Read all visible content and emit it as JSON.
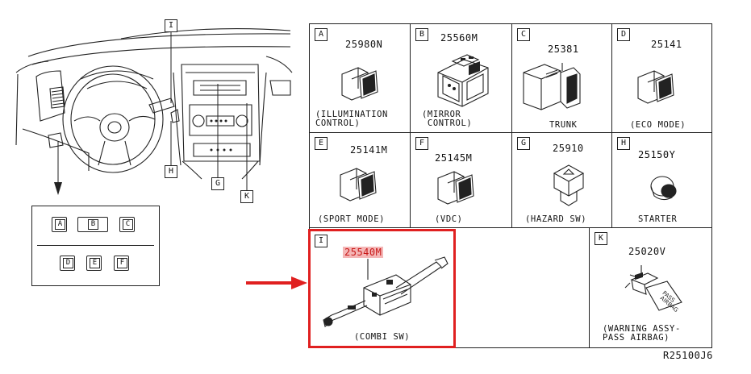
{
  "diagram_ref": "R25100J6",
  "callouts": {
    "I": "I",
    "H": "H",
    "G": "G",
    "K": "K"
  },
  "panel_buttons": [
    "A",
    "B",
    "C",
    "D",
    "E",
    "F"
  ],
  "cells": {
    "A": {
      "tag": "A",
      "part": "25980N",
      "caption": "(ILLUMINATION\nCONTROL)"
    },
    "B": {
      "tag": "B",
      "part": "25560M",
      "caption": "(MIRROR\n CONTROL)"
    },
    "C": {
      "tag": "C",
      "part": "25381",
      "caption": "TRUNK"
    },
    "D": {
      "tag": "D",
      "part": "25141",
      "caption": "(ECO MODE)"
    },
    "E": {
      "tag": "E",
      "part": "25141M",
      "caption": "(SPORT MODE)"
    },
    "F": {
      "tag": "F",
      "part": "25145M",
      "caption": "(VDC)"
    },
    "G": {
      "tag": "G",
      "part": "25910",
      "caption": "(HAZARD SW)"
    },
    "H": {
      "tag": "H",
      "part": "25150Y",
      "caption": "STARTER"
    },
    "I": {
      "tag": "I",
      "part": "25540M",
      "caption": "(COMBI SW)"
    },
    "K": {
      "tag": "K",
      "part": "25020V",
      "caption": "(WARNING ASSY-\nPASS AIRBAG)",
      "label_on_part": "PASS AIRBAG"
    }
  },
  "colors": {
    "highlight_frame": "#e02020",
    "highlight_fill": "#f4b6b6",
    "arrow": "#e02020",
    "line": "#222222"
  }
}
